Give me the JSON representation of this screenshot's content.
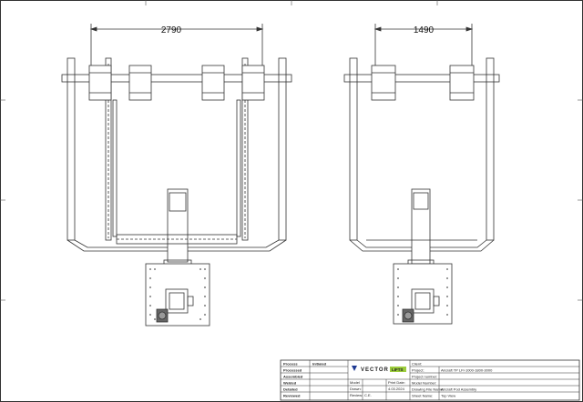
{
  "dimensions": {
    "left_width": "2790",
    "right_width": "1490"
  },
  "title_block": {
    "rows": [
      {
        "label": "Process",
        "value": "Initialed"
      },
      {
        "label": "Processed",
        "value": ""
      },
      {
        "label": "Assembled",
        "value": ""
      },
      {
        "label": "Welded",
        "value": ""
      },
      {
        "label": "Detailed",
        "value": ""
      },
      {
        "label": "Reviewed",
        "value": ""
      }
    ],
    "logo_text": "VECTOR",
    "logo_highlight": "LIFTS",
    "mid": {
      "model_label": "Model",
      "print_date_label": "Print Date:",
      "drawn_label": "Drawn:",
      "drawn_value": "4.03.2024",
      "review_label": "Review:",
      "review_value": "C.E."
    },
    "right": {
      "client_label": "Client:",
      "project_label": "Project:",
      "project_value": "Aircraft TP LFI-1000-1800-3000",
      "project_number_label": "Project number:",
      "model_number_label": "Model Number:",
      "file_name_label": "Drawing File Name:",
      "file_name_value": "Aircraft Pod Assembly",
      "sheet_name_label": "Sheet Name:",
      "sheet_name_value": "Top View"
    }
  },
  "colors": {
    "line": "#333333",
    "accent": "#9ccc3c",
    "title_fill": "#1f3a93"
  }
}
